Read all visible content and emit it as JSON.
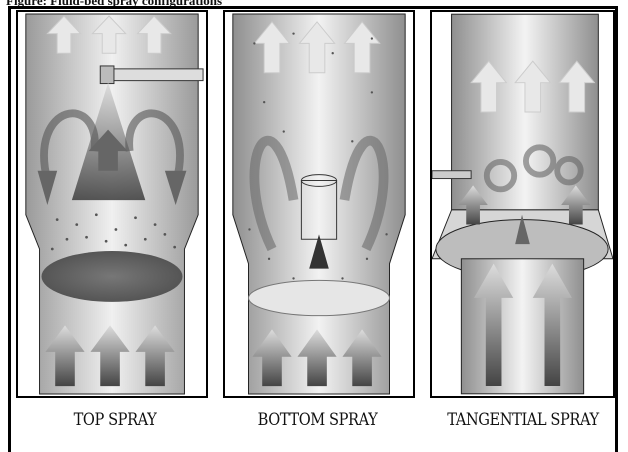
{
  "caption": "Figure: Fluid-bed spray configurations",
  "panels": [
    {
      "label": "TOP SPRAY"
    },
    {
      "label": "BOTTOM SPRAY"
    },
    {
      "label": "TANGENTIAL SPRAY"
    }
  ]
}
